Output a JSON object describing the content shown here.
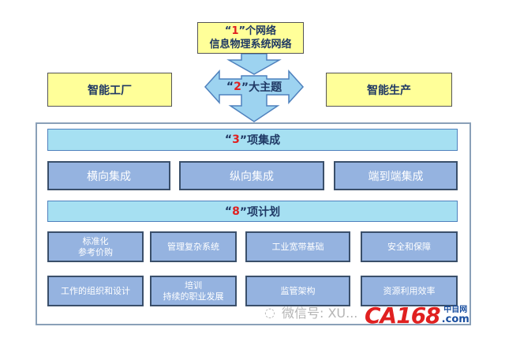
{
  "top": {
    "quote_open": "“",
    "num": "1",
    "rest": "”个网络",
    "line2": "信息物理系统网络"
  },
  "themes": {
    "quote_open": "“",
    "num": "2",
    "rest": "”大主题",
    "left": "智能工厂",
    "right": "智能生产"
  },
  "integration": {
    "quote_open": "“",
    "num": "3",
    "rest": "”项集成",
    "items": [
      "横向集成",
      "纵向集成",
      "端到端集成"
    ]
  },
  "plans": {
    "quote_open": "“",
    "num": "8",
    "rest": "”项计划",
    "items": [
      [
        "标准化",
        "参考价购"
      ],
      [
        "管理复杂系统"
      ],
      [
        "工业宽带基础"
      ],
      [
        "安全和保障"
      ],
      [
        "工作的组织和设计"
      ],
      [
        "培训",
        "持续的职业发展"
      ],
      [
        "监管架构"
      ],
      [
        "资源利用效率"
      ]
    ]
  },
  "watermark": {
    "text": "微信号: XU...",
    "logo": "CA168",
    "logo_sub": "中自网",
    "logo_com": ".com"
  }
}
